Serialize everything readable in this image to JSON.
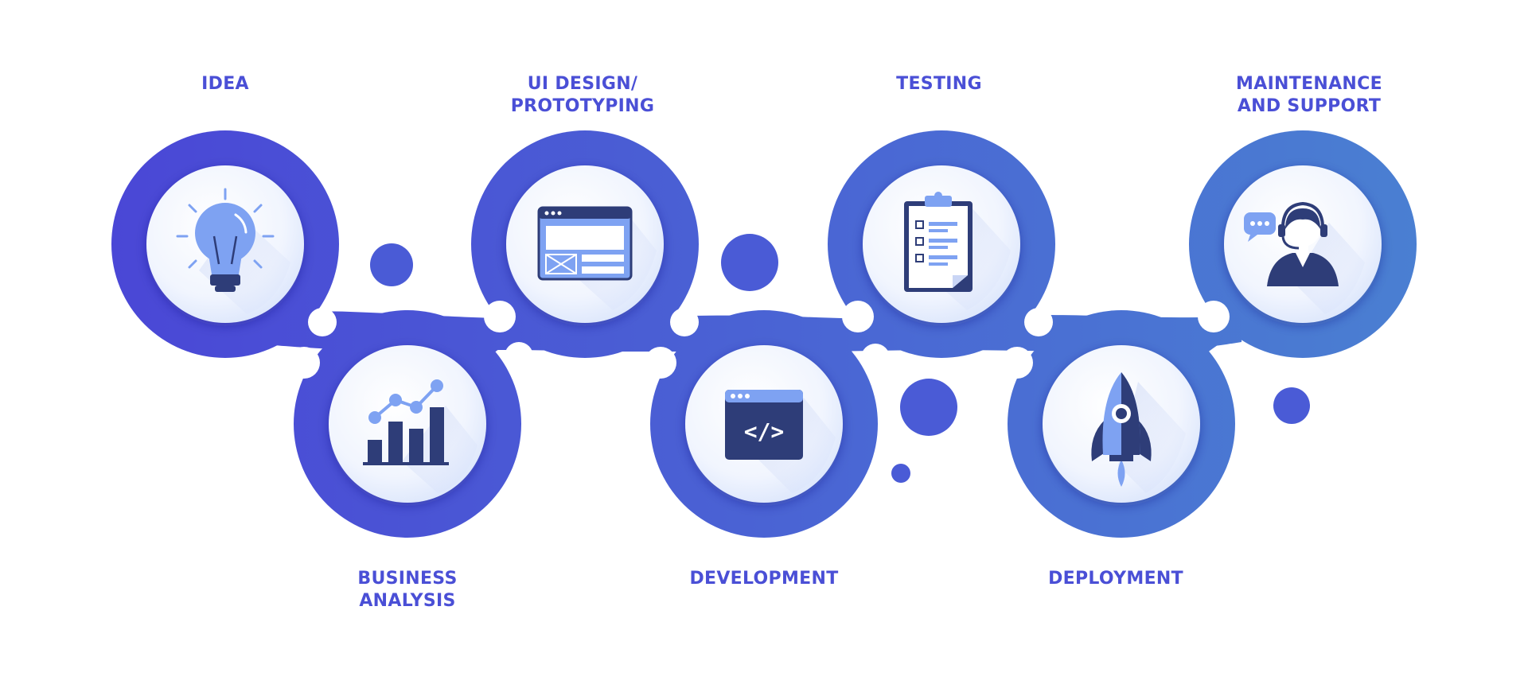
{
  "colors": {
    "gradient_start": "#4a47d6",
    "gradient_end": "#4a7fd2",
    "icon_dark": "#2e3d78",
    "icon_light": "#7ea2f2",
    "label": "#4a4fd6",
    "disc_center": "#ffffff",
    "disc_edge": "#dde7fc"
  },
  "steps": [
    {
      "id": "idea",
      "line1": "IDEA",
      "line2": "",
      "icon": "lightbulb-icon"
    },
    {
      "id": "business-analysis",
      "line1": "BUSINESS",
      "line2": "ANALYSIS",
      "icon": "bar-chart-icon"
    },
    {
      "id": "ui-design",
      "line1": "UI DESIGN/",
      "line2": "PROTOTYPING",
      "icon": "wireframe-icon"
    },
    {
      "id": "development",
      "line1": "DEVELOPMENT",
      "line2": "",
      "icon": "code-window-icon"
    },
    {
      "id": "testing",
      "line1": "TESTING",
      "line2": "",
      "icon": "clipboard-checklist-icon"
    },
    {
      "id": "deployment",
      "line1": "DEPLOYMENT",
      "line2": "",
      "icon": "rocket-icon"
    },
    {
      "id": "maintenance",
      "line1": "MAINTENANCE",
      "line2": "AND SUPPORT",
      "icon": "support-agent-icon"
    }
  ]
}
